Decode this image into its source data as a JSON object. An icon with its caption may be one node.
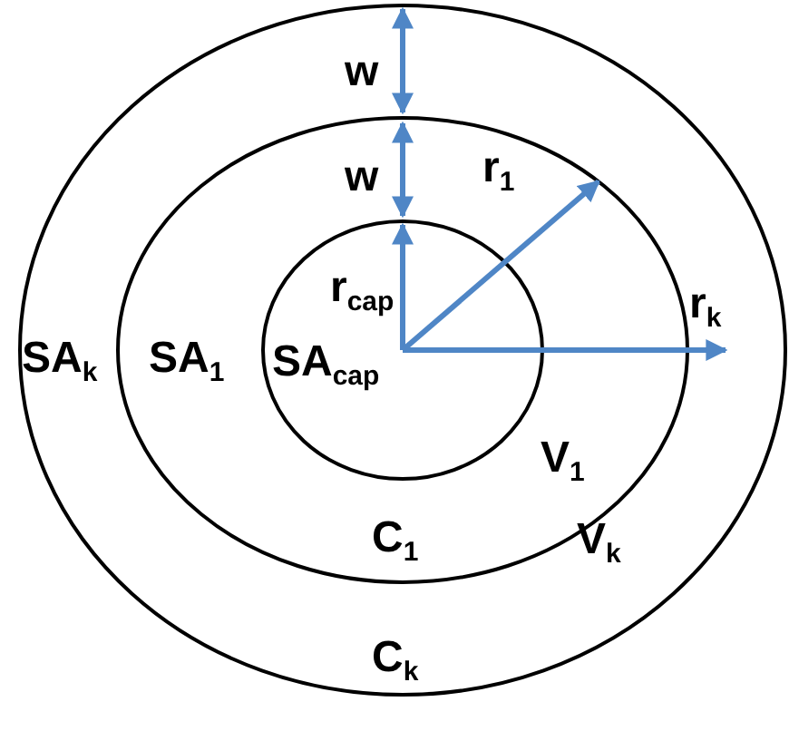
{
  "diagram": {
    "labels": [
      "w",
      "w",
      "r$_{1}$",
      "r$_{cap}$",
      "r$_{k}$",
      "SA$_{k}$",
      "SA$_{1}$",
      "SA$_{cap}$",
      "V$_{1}$",
      "C$_{1}$",
      "V$_{k}$",
      "C$_{k}$"
    ]
  }
}
